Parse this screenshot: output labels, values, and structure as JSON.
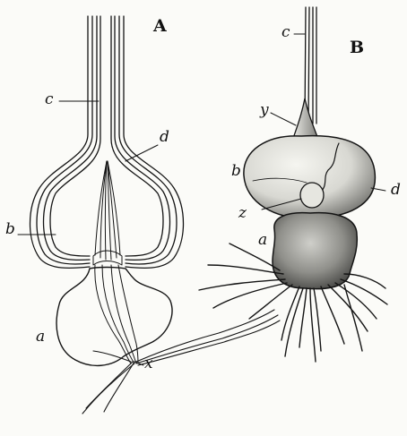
{
  "figures": [
    {
      "id": "A",
      "label": "A",
      "parts": {
        "c": "c",
        "d": "d",
        "b": "b",
        "a": "a",
        "x": "x"
      }
    },
    {
      "id": "B",
      "label": "B",
      "parts": {
        "c": "c",
        "y": "y",
        "b": "b",
        "d": "d",
        "z": "z",
        "a": "a"
      }
    }
  ]
}
